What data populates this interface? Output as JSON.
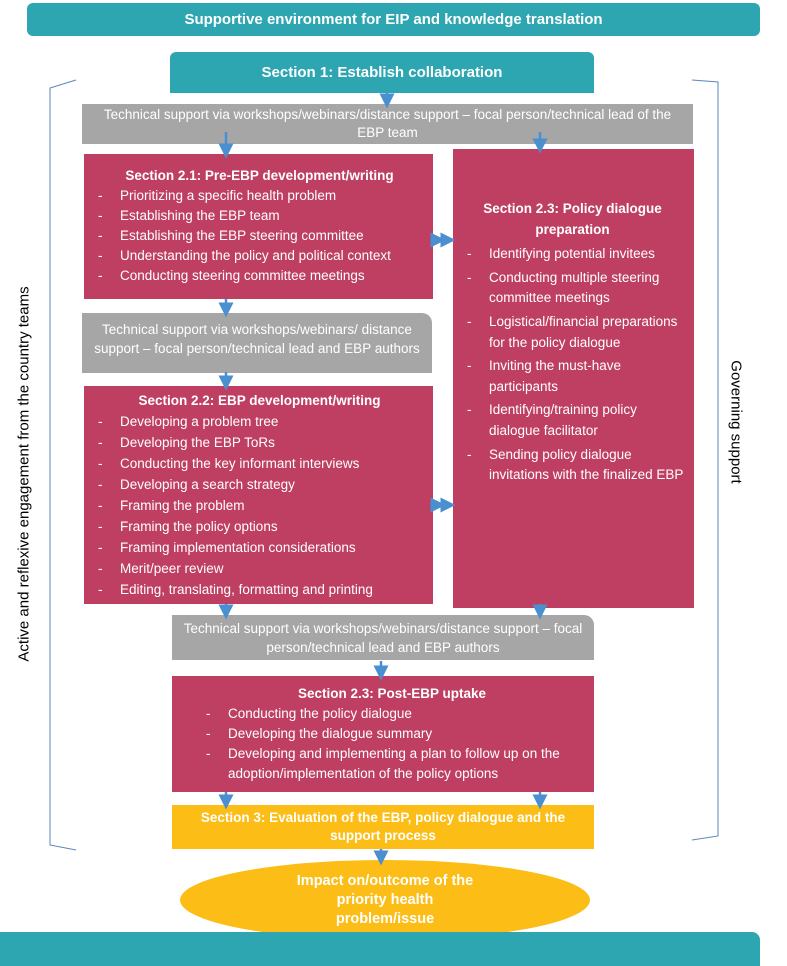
{
  "header": {
    "title": "Supportive environment for EIP and knowledge translation"
  },
  "section1": {
    "title": "Section 1: Establish collaboration"
  },
  "support1": {
    "text": "Technical support via workshops/webinars/distance support – focal person/technical lead of the EBP team"
  },
  "section21": {
    "title": "Section 2.1: Pre-EBP development/writing",
    "items": [
      "Prioritizing a specific health problem",
      "Establishing the EBP team",
      "Establishing the EBP steering committee",
      "Understanding the policy and political context",
      "Conducting steering committee meetings"
    ]
  },
  "section23prep": {
    "title": "Section 2.3: Policy dialogue preparation",
    "items": [
      "Identifying potential invitees",
      "Conducting multiple steering committee meetings",
      "Logistical/financial preparations for the policy dialogue",
      "Inviting the must-have participants",
      "Identifying/training policy dialogue facilitator",
      "Sending policy dialogue invitations with the finalized EBP"
    ]
  },
  "support2": {
    "text": "Technical support via workshops/webinars/ distance support – focal person/technical lead and EBP authors"
  },
  "section22": {
    "title": "Section 2.2: EBP development/writing",
    "items": [
      "Developing a problem tree",
      "Developing the EBP ToRs",
      "Conducting the key informant interviews",
      "Developing a search strategy",
      "Framing the problem",
      "Framing the policy options",
      "Framing implementation considerations",
      "Merit/peer review",
      "Editing, translating, formatting and printing"
    ]
  },
  "support3": {
    "text": "Technical support via workshops/webinars/distance support – focal person/technical lead and EBP authors"
  },
  "section23post": {
    "title": "Section 2.3: Post-EBP uptake",
    "items": [
      "Conducting the policy dialogue",
      "Developing the dialogue summary",
      "Developing and implementing a plan to follow up on the adoption/implementation of the policy options"
    ]
  },
  "section3": {
    "title": "Section 3: Evaluation of the EBP, policy dialogue and the support process"
  },
  "impact": {
    "text": "Impact on/outcome of the priority health problem/issue"
  },
  "side_left": {
    "text": "Active and reflexive engagement from the country teams"
  },
  "side_right": {
    "text": "Governing support"
  },
  "colors": {
    "teal": "#2ea6b2",
    "gray": "#a6a6a6",
    "magenta": "#be3f62",
    "yellow": "#fbbd16",
    "arrow": "#4a8fd0"
  }
}
